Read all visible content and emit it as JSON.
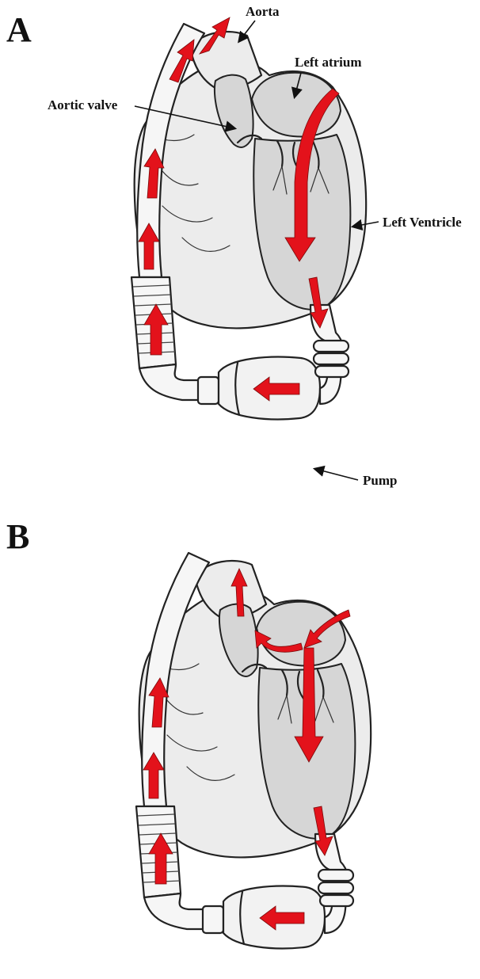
{
  "panels": [
    {
      "letter": "A",
      "labels": {
        "aorta": "Aorta",
        "left_atrium": "Left atrium",
        "aortic_valve": "Aortic valve",
        "left_ventricle": "Left Ventricle",
        "pump": "Pump"
      }
    },
    {
      "letter": "B",
      "labels": {}
    }
  ],
  "colors": {
    "flow_arrow": "#e3121b",
    "chamber_fill": "#d6d6d6",
    "outline": "#222222"
  }
}
